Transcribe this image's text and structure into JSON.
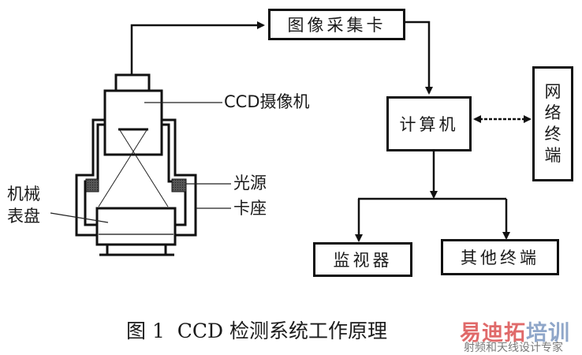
{
  "diagram": {
    "camera_label": "CCD摄像机",
    "dial_label_line1": "机械",
    "dial_label_line2": "表盘",
    "light_label": "光源",
    "mount_label": "卡座",
    "boxes": {
      "capture_card": "图像采集卡",
      "computer": "计算机",
      "network_terminal": [
        "网",
        "络",
        "终",
        "端"
      ],
      "monitor": "监视器",
      "other_terminal": "其他终端"
    },
    "connections": [
      {
        "from": "camera",
        "to": "capture_card",
        "type": "arrow"
      },
      {
        "from": "capture_card",
        "to": "computer",
        "type": "arrow"
      },
      {
        "from": "computer",
        "to": "network_terminal",
        "type": "bidirectional-dashed"
      },
      {
        "from": "computer",
        "to": "monitor",
        "type": "arrow"
      },
      {
        "from": "computer",
        "to": "other_terminal",
        "type": "arrow"
      }
    ]
  },
  "caption": "图 1  CCD 检测系统工作原理",
  "watermark": {
    "title_red": "易迪拓",
    "title_blue": "培训",
    "subtitle": "射频和天线设计专家"
  }
}
